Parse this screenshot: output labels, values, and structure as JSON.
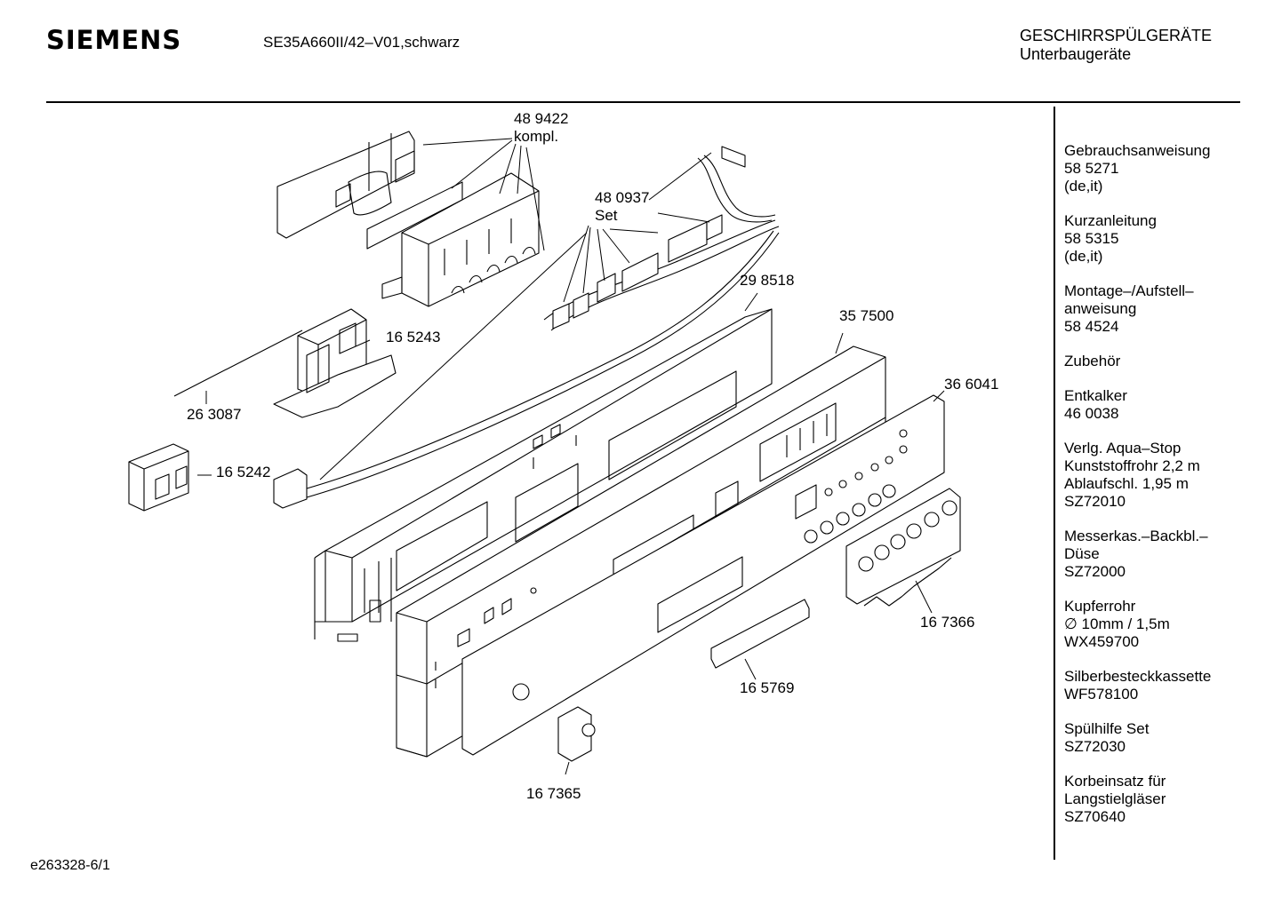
{
  "header": {
    "brand": "SIEMENS",
    "model": "SE35A660II/42–V01,schwarz",
    "category_line1": "GESCHIRRSPÜLGERÄTE",
    "category_line2": "Unterbaugeräte"
  },
  "parts": {
    "p489422": "48 9422",
    "p489422_note": "kompl.",
    "p480937": "48 0937",
    "p480937_note": "Set",
    "p298518": "29 8518",
    "p357500": "35 7500",
    "p366041": "36 6041",
    "p165243": "16 5243",
    "p263087": "26 3087",
    "p165242": "16 5242",
    "p167366": "16 7366",
    "p165769": "16 5769",
    "p167365": "16 7365"
  },
  "sidebar": [
    {
      "lines": [
        "Gebrauchsanweisung",
        "58 5271",
        "(de,it)"
      ]
    },
    {
      "lines": [
        "Kurzanleitung",
        "58 5315",
        "(de,it)"
      ]
    },
    {
      "lines": [
        "Montage–/Aufstell–",
        "anweisung",
        "58 4524"
      ]
    },
    {
      "lines": [
        "Zubehör"
      ]
    },
    {
      "lines": [
        "Entkalker",
        "46 0038"
      ]
    },
    {
      "lines": [
        "Verlg. Aqua–Stop",
        "Kunststoffrohr 2,2 m",
        "Ablaufschl. 1,95 m",
        "SZ72010"
      ]
    },
    {
      "lines": [
        "Messerkas.–Backbl.–",
        "Düse",
        "SZ72000"
      ]
    },
    {
      "lines": [
        "Kupferrohr",
        "∅ 10mm / 1,5m",
        "WX459700"
      ]
    },
    {
      "lines": [
        "Silberbesteckkassette",
        "WF578100"
      ]
    },
    {
      "lines": [
        "Spülhilfe Set",
        "SZ72030"
      ]
    },
    {
      "lines": [
        "Korbeinsatz für",
        "Langstielgläser",
        "SZ70640"
      ]
    }
  ],
  "footer": {
    "doc_id": "e263328-6/1"
  }
}
